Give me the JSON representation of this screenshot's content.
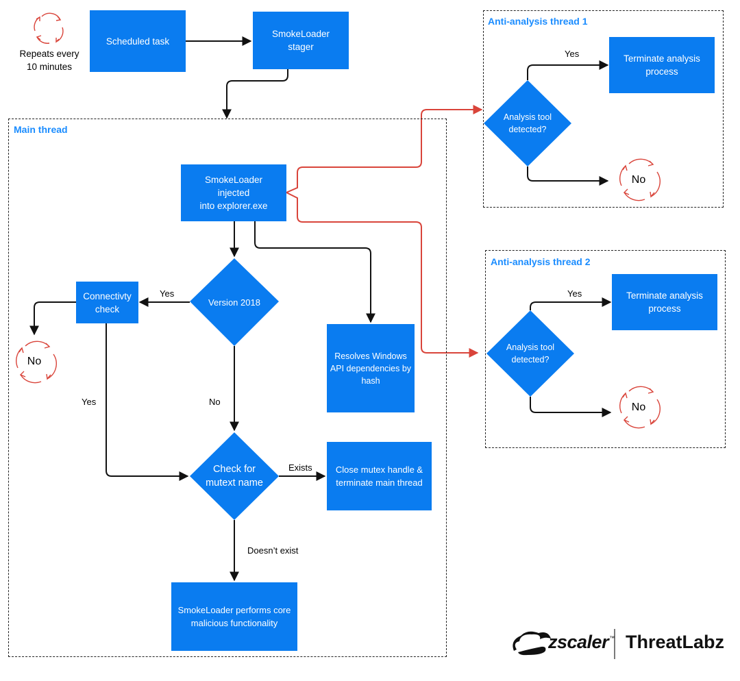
{
  "repeat": {
    "label_line1": "Repeats every",
    "label_line2": "10 minutes"
  },
  "nodes": {
    "scheduled_task": "Scheduled task",
    "stager": "SmokeLoader stager",
    "injected_line1": "SmokeLoader injected",
    "injected_line2": "into explorer.exe",
    "version_check": "Version 2018",
    "connectivity_line1": "Connectivty",
    "connectivity_line2": "check",
    "resolves_line1": "Resolves Windows",
    "resolves_line2": "API dependencies by",
    "resolves_line3": "hash",
    "mutex_line1": "Check for",
    "mutex_line2": "mutext name",
    "close_mutex_line1": "Close mutex handle &",
    "close_mutex_line2": "terminate main thread",
    "core_line1": "SmokeLoader performs core",
    "core_line2": "malicious functionality"
  },
  "main_thread": {
    "title": "Main thread"
  },
  "anti1": {
    "title": "Anti-analysis thread 1",
    "decision_line1": "Analysis tool",
    "decision_line2": "detected?",
    "terminate_line1": "Terminate analysis",
    "terminate_line2": "process",
    "yes": "Yes",
    "no": "No"
  },
  "anti2": {
    "title": "Anti-analysis thread 2",
    "decision_line1": "Analysis tool",
    "decision_line2": "detected?",
    "terminate_line1": "Terminate analysis",
    "terminate_line2": "process",
    "yes": "Yes",
    "no": "No"
  },
  "edges": {
    "version_yes": "Yes",
    "version_no": "No",
    "connectivity_yes": "Yes",
    "connectivity_no": "No",
    "exists": "Exists",
    "doesnt_exist": "Doesn’t exist"
  },
  "branding": {
    "vendor": "zscaler",
    "tm": "™",
    "product": "ThreatLabz"
  },
  "colors": {
    "box": "#0a7cf0",
    "title": "#1a8cff",
    "thread_arrow": "#d9443a",
    "line": "#111111"
  }
}
